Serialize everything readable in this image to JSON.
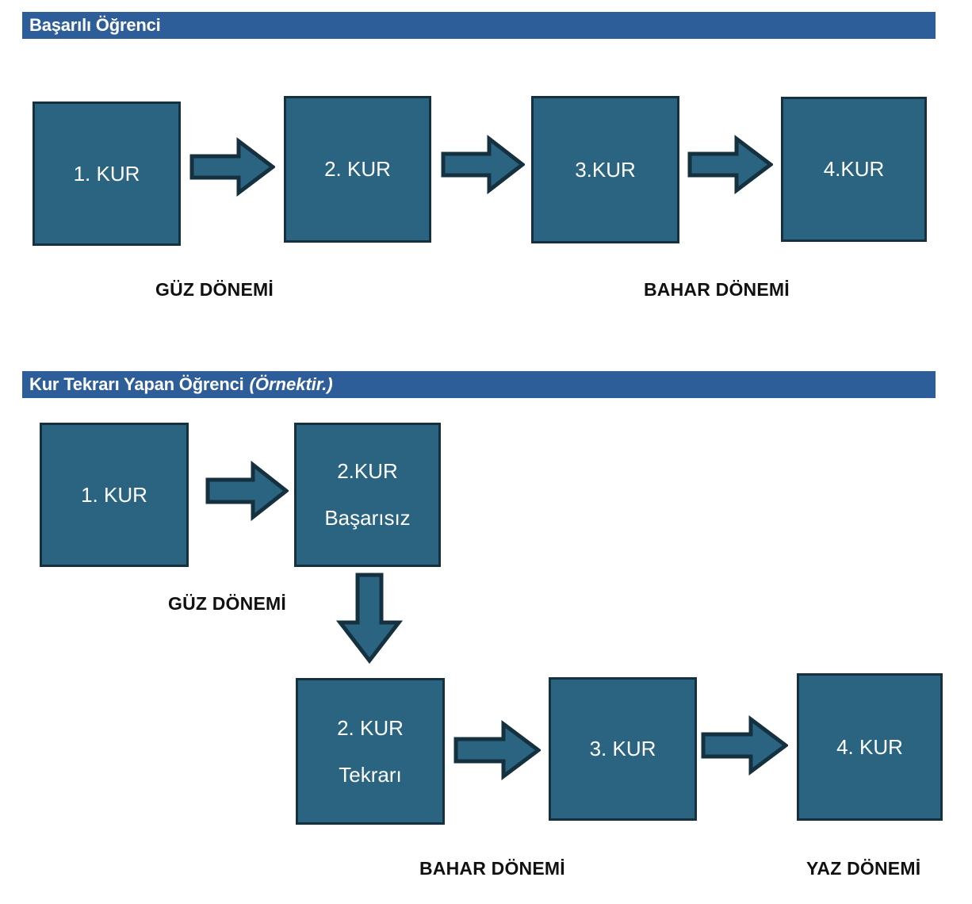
{
  "sections": [
    {
      "id": "basarili",
      "title": "Başarılı Öğrenci",
      "note": ""
    },
    {
      "id": "kur-tekrari",
      "title": "Kur Tekrarı Yapan Öğrenci",
      "note": "(Örnektir.)"
    }
  ],
  "boxes": {
    "row1": [
      {
        "label": "1. KUR"
      },
      {
        "label": "2. KUR"
      },
      {
        "label": "3.KUR"
      },
      {
        "label": "4.KUR"
      }
    ],
    "row2": [
      {
        "label": "1. KUR"
      },
      {
        "label": "2.KUR",
        "label2": "Başarısız"
      }
    ],
    "row3": [
      {
        "label": "2. KUR",
        "label2": "Tekrarı"
      },
      {
        "label": "3. KUR"
      },
      {
        "label": "4. KUR"
      }
    ]
  },
  "terms": {
    "row1_guz": "GÜZ DÖNEMİ",
    "row1_bahar": "BAHAR DÖNEMİ",
    "row2_guz": "GÜZ DÖNEMİ",
    "row3_bahar": "BAHAR DÖNEMİ",
    "row3_yaz": "YAZ DÖNEMİ"
  },
  "colors": {
    "header_bar": "#2E5E99",
    "box_fill": "#2A6480",
    "box_border": "#15303F",
    "box_text": "#FFFFFF",
    "label_text": "#111111",
    "background": "#FFFFFF"
  }
}
